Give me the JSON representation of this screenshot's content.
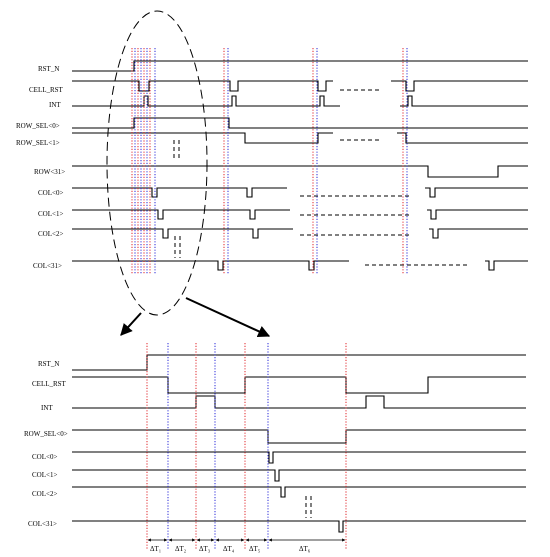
{
  "top": {
    "labels": {
      "rst_n": "RST_N",
      "cell_rst": "CELL_RST",
      "int": "INT",
      "row_sel0": "ROW_SEL<0>",
      "row_sel1": "ROW_SEL<1>",
      "row31": "ROW<31>",
      "col0": "COL<0>",
      "col1": "COL<1>",
      "col2": "COL<2>",
      "col31": "COL<31>"
    }
  },
  "zoom": {
    "labels": {
      "rst_n": "RST_N",
      "cell_rst": "CELL_RST",
      "int": "INT",
      "row_sel0": "ROW_SEL<0>",
      "col0": "COL<0>",
      "col1": "COL<1>",
      "col2": "COL<2>",
      "col31": "COL<31>"
    },
    "intervals": [
      "ΔT₁",
      "ΔT₂",
      "ΔT₃",
      "ΔT₄",
      "ΔT₅",
      "ΔT₆"
    ]
  },
  "colors": {
    "marker_red": "#e0242a",
    "marker_blue": "#2a2ad8",
    "signal": "#000000"
  }
}
